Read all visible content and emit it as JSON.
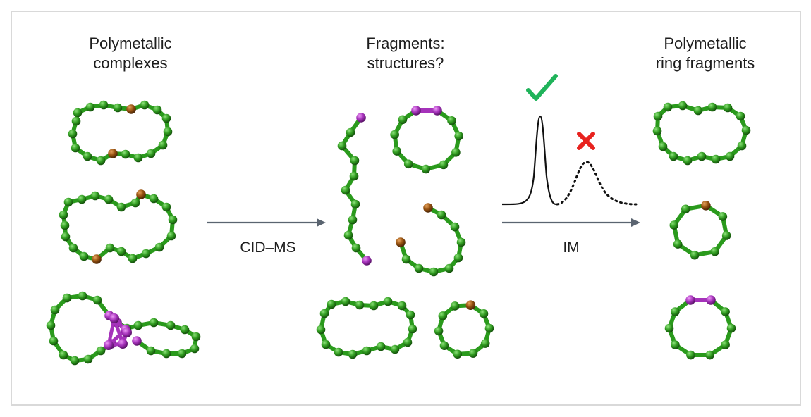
{
  "titles": {
    "complexes": [
      "Polymetallic",
      "complexes"
    ],
    "fragments": [
      "Fragments:",
      "structures?"
    ],
    "rings": [
      "Polymetallic",
      "ring fragments"
    ]
  },
  "arrows": {
    "cid_ms": "CID–MS",
    "im": "IM"
  },
  "marks": {
    "accepted": "checkmark-icon",
    "rejected": "cross-icon"
  },
  "colors": {
    "bond": "#2a9a1c",
    "carbon": "#3aa82a",
    "copper": "#9a5512",
    "metal_purple": "#b03cc4",
    "check": "#1fb35a",
    "cross": "#e8231f",
    "arrow": "#5a6470",
    "text": "#1d1d1d"
  }
}
